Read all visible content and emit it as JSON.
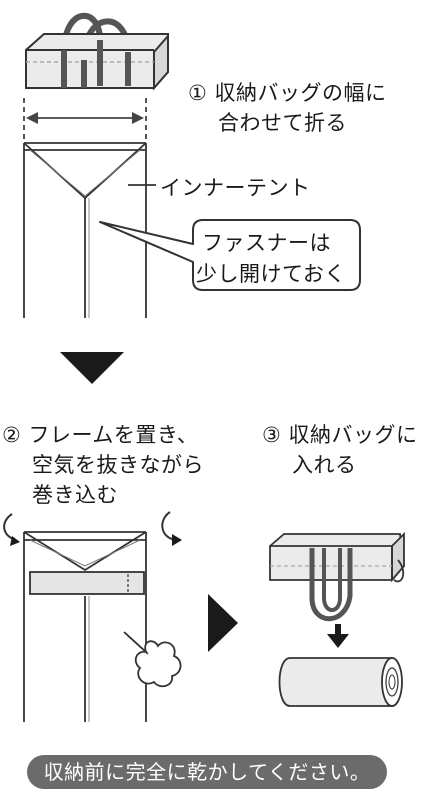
{
  "steps": {
    "step1": {
      "line1": "① 収納バッグの幅に",
      "line2": "合わせて折る"
    },
    "step2": {
      "line1": "② フレームを置き、",
      "line2": "空気を抜きながら",
      "line3": "巻き込む"
    },
    "step3": {
      "line1": "③ 収納バッグに",
      "line2": "入れる"
    }
  },
  "labels": {
    "inner_tent": "インナーテント",
    "callout_line1": "ファスナーは",
    "callout_line2": "少し開けておく"
  },
  "notice": "収納前に完全に乾かしてください。",
  "colors": {
    "bag_fill": "#ebebeb",
    "bag_edge": "#bfbfbf",
    "handle": "#555555",
    "notice_bg": "#6b6b6b",
    "frame_band": "#e5e5e5"
  },
  "icons": [
    "down-arrow-icon",
    "right-arrow-icon",
    "curl-arrow-icon",
    "air-puff-icon",
    "width-arrow-icon"
  ]
}
